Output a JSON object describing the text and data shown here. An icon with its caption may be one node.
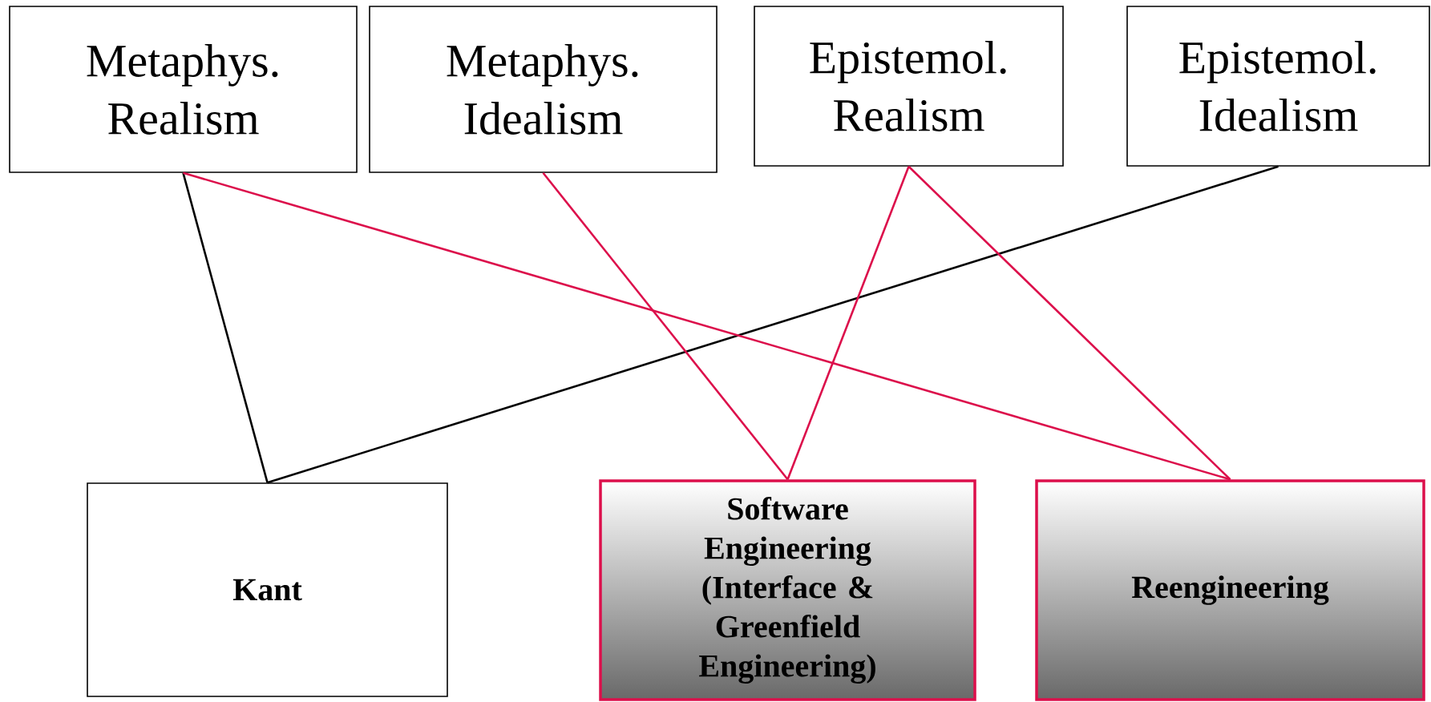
{
  "diagram": {
    "nodes": [
      {
        "text": [
          "Metaphys. Realism"
        ]
      },
      {
        "text": [
          "Metaphys. Idealism"
        ]
      },
      {
        "text": [
          "Epistemol. Realism"
        ]
      },
      {
        "text": [
          "Epistemol. Idealism"
        ]
      },
      {
        "text": [
          "Kant"
        ]
      },
      {
        "text": [
          "Software Engineering (Interface & Greenfield Engineering)"
        ]
      },
      {
        "text": [
          "Reengineering"
        ]
      }
    ],
    "edges": [
      {
        "from": 0,
        "to": 4,
        "arrow": "none",
        "color": "#000000"
      },
      {
        "from": 3,
        "to": 4,
        "arrow": "none",
        "color": "#000000"
      },
      {
        "from": 0,
        "to": 6,
        "arrow": "none",
        "color": "#dc0f4b"
      },
      {
        "from": 1,
        "to": 5,
        "arrow": "none",
        "color": "#dc0f4b"
      },
      {
        "from": 2,
        "to": 5,
        "arrow": "none",
        "color": "#dc0f4b"
      },
      {
        "from": 2,
        "to": 6,
        "arrow": "none",
        "color": "#dc0f4b"
      }
    ]
  }
}
